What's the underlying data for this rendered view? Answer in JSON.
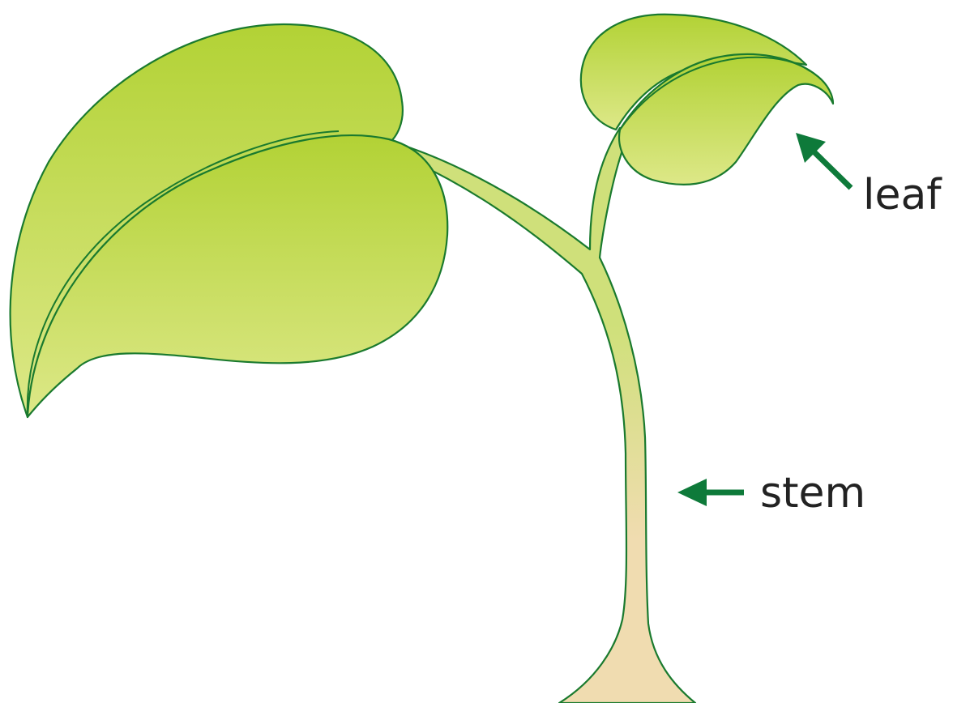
{
  "diagram": {
    "subject": "seedling",
    "labels": {
      "leaf": "leaf",
      "stem": "stem"
    },
    "colors": {
      "outline": "#1a7a2e",
      "arrow": "#0e7a3a",
      "label_text": "#222222",
      "leaf_top": "#b2d235",
      "leaf_bottom": "#dde888",
      "stem_green": "#cfe07a",
      "stem_tan": "#f0dcb0",
      "background": "#ffffff"
    },
    "icons": {
      "leaf_pointer": "arrow-up-left-icon",
      "stem_pointer": "arrow-left-icon"
    }
  }
}
